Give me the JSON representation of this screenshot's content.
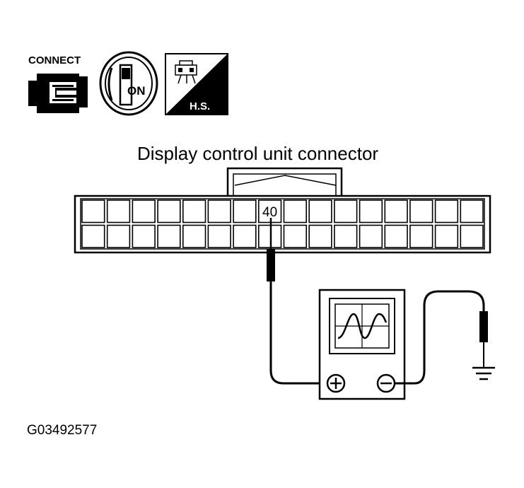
{
  "icons": {
    "connect_label": "CONNECT",
    "ignition_label": "ON",
    "hs_label": "H.S.",
    "names": [
      "connector-connect-icon",
      "ignition-on-icon",
      "harness-side-icon"
    ]
  },
  "diagram": {
    "title": "Display control unit connector",
    "connector": {
      "rows": 2,
      "columns": 16,
      "terminal_label": "40",
      "terminal_row": 1,
      "terminal_column": 8
    },
    "instrument": "oscilloscope",
    "positive_symbol": "⊕",
    "negative_symbol": "⊖"
  },
  "figure_code": "G03492577"
}
